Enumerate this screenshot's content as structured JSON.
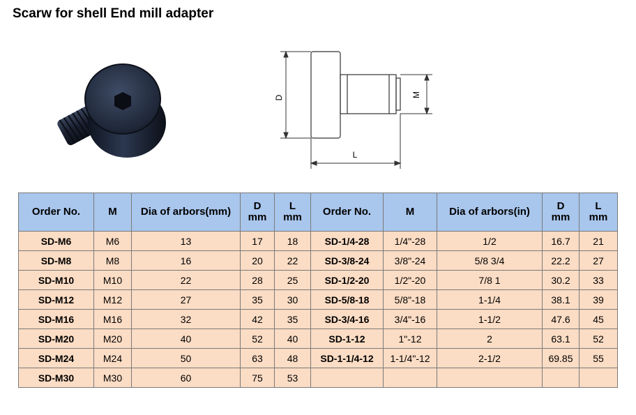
{
  "title": "Scarw for shell End mill adapter",
  "drawing": {
    "label_d": "D",
    "label_m": "M",
    "label_l": "L"
  },
  "headers": [
    {
      "line1": "Order No.",
      "line2": ""
    },
    {
      "line1": "M",
      "line2": ""
    },
    {
      "line1": "Dia of arbors(mm)",
      "line2": ""
    },
    {
      "line1": "D",
      "line2": "mm"
    },
    {
      "line1": "L",
      "line2": "mm"
    },
    {
      "line1": "Order No.",
      "line2": ""
    },
    {
      "line1": "M",
      "line2": ""
    },
    {
      "line1": "Dia of arbors(in)",
      "line2": ""
    },
    {
      "line1": "D",
      "line2": "mm"
    },
    {
      "line1": "L",
      "line2": "mm"
    }
  ],
  "rows": [
    [
      "SD-M6",
      "M6",
      "13",
      "17",
      "18",
      "SD-1/4-28",
      "1/4\"-28",
      "1/2",
      "16.7",
      "21"
    ],
    [
      "SD-M8",
      "M8",
      "16",
      "20",
      "22",
      "SD-3/8-24",
      "3/8\"-24",
      "5/8  3/4",
      "22.2",
      "27"
    ],
    [
      "SD-M10",
      "M10",
      "22",
      "28",
      "25",
      "SD-1/2-20",
      "1/2\"-20",
      "7/8  1",
      "30.2",
      "33"
    ],
    [
      "SD-M12",
      "M12",
      "27",
      "35",
      "30",
      "SD-5/8-18",
      "5/8\"-18",
      "1-1/4",
      "38.1",
      "39"
    ],
    [
      "SD-M16",
      "M16",
      "32",
      "42",
      "35",
      "SD-3/4-16",
      "3/4\"-16",
      "1-1/2",
      "47.6",
      "45"
    ],
    [
      "SD-M20",
      "M20",
      "40",
      "52",
      "40",
      "SD-1-12",
      "1\"-12",
      "2",
      "63.1",
      "52"
    ],
    [
      "SD-M24",
      "M24",
      "50",
      "63",
      "48",
      "SD-1-1/4-12",
      "1-1/4\"-12",
      "2-1/2",
      "69.85",
      "55"
    ],
    [
      "SD-M30",
      "M30",
      "60",
      "75",
      "53",
      "",
      "",
      "",
      "",
      ""
    ]
  ]
}
